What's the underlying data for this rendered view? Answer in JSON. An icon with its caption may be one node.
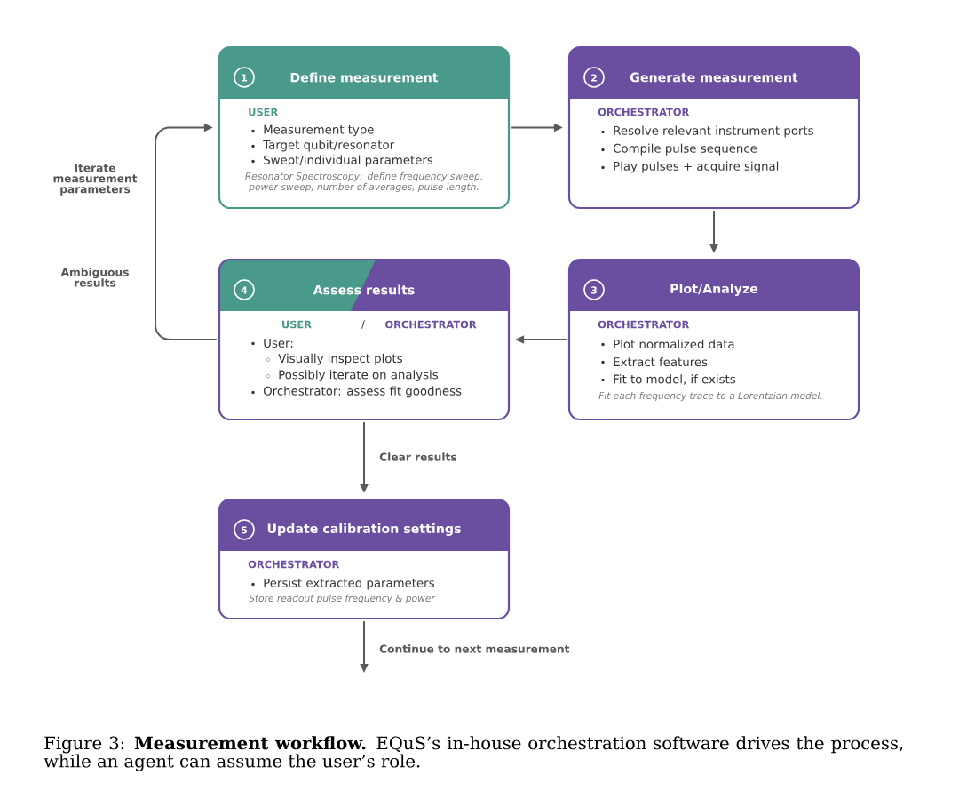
{
  "diagram": {
    "caption": "Figure 3: **Measurement workflow.** EQuS’s in-house orchestration software drives the process, while an agent can assume the user’s role.",
    "nodes": [
      {
        "text": [
          "1",
          "Define measurement",
          "USER",
          "Measurement type",
          "Target qubit/resonator",
          "Swept/individual parameters",
          "Resonator Spectroscopy: define frequency sweep, power sweep, number of averages, pulse length."
        ]
      },
      {
        "text": [
          "2",
          "Generate measurement",
          "ORCHESTRATOR",
          "Resolve relevant instrument ports",
          "Compile pulse sequence",
          "Play pulses + acquire signal"
        ]
      },
      {
        "text": [
          "4",
          "Assess results",
          "USER",
          "/",
          "ORCHESTRATOR",
          "User:",
          "Visually inspect plots",
          "Possibly iterate on analysis",
          "Orchestrator: assess fit goodness"
        ]
      },
      {
        "text": [
          "3",
          "Plot/Analyze",
          "ORCHESTRATOR",
          "Plot normalized data",
          "Extract features",
          "Fit to model, if exists",
          "Fit each frequency trace to a Lorentzian model."
        ]
      },
      {
        "text": [
          "5",
          "Update calibration settings",
          "ORCHESTRATOR",
          "Persist extracted parameters",
          "Store readout pulse frequency & power"
        ]
      }
    ],
    "edges": [
      {
        "from": 0,
        "to": 1,
        "arrow": "to"
      },
      {
        "from": 1,
        "to": 3,
        "arrow": "to"
      },
      {
        "from": 3,
        "to": 2,
        "arrow": "to"
      },
      {
        "from": 2,
        "to": 0,
        "arrow": "to",
        "label": "Ambiguous results"
      },
      {
        "from": 2,
        "to": 4,
        "arrow": "to",
        "label": "Clear results"
      },
      {
        "from": 4,
        "to": null,
        "arrow": "to",
        "label": "Continue to next measurement"
      }
    ],
    "labels": [
      "Iterate measurement parameters"
    ]
  }
}
